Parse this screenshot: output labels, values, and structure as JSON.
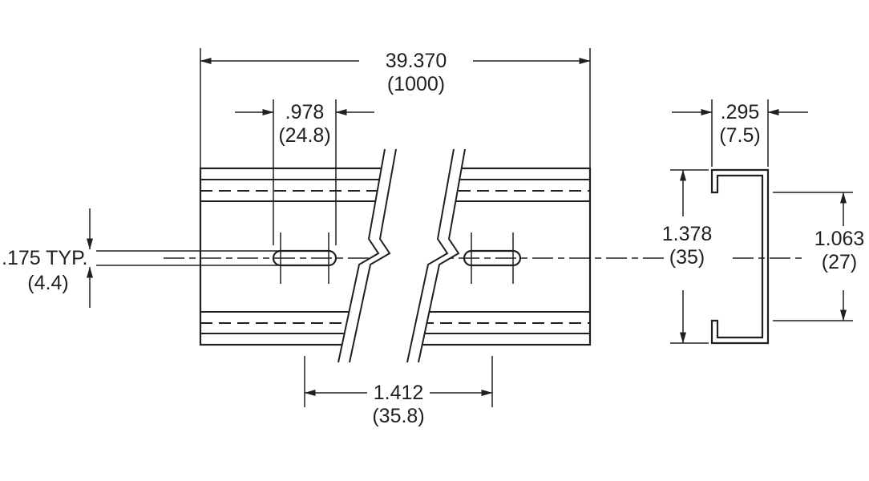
{
  "drawing": {
    "kind": "dimensioned-engineering-drawing",
    "dimensions": {
      "overall_length": {
        "inches": "39.370",
        "mm": "(1000)"
      },
      "slot_length": {
        "inches": ".978",
        "mm": "(24.8)"
      },
      "slot_height": {
        "inches": ".175 TYP.",
        "mm": "(4.4)"
      },
      "slot_spacing": {
        "inches": "1.412",
        "mm": "(35.8)"
      },
      "profile_depth": {
        "inches": ".295",
        "mm": "(7.5)"
      },
      "overall_height": {
        "inches": "1.378",
        "mm": "(35)"
      },
      "inner_height": {
        "inches": "1.063",
        "mm": "(27)"
      }
    },
    "colors": {
      "line": "#231f20",
      "background": "#ffffff"
    }
  }
}
